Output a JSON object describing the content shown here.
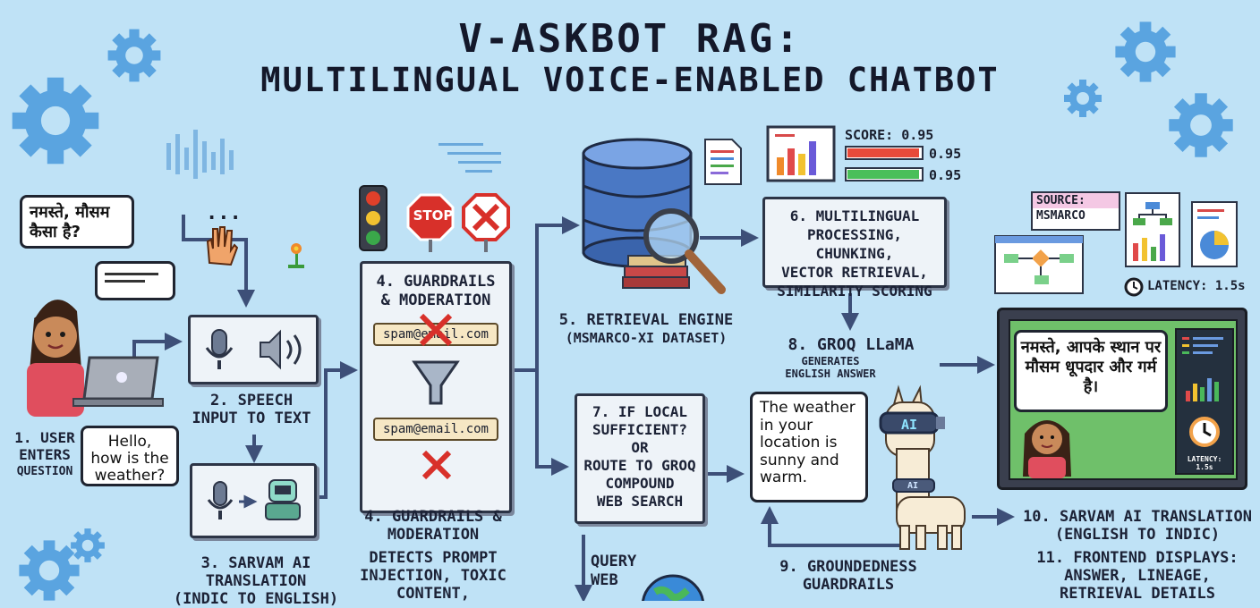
{
  "title": {
    "line1": "V-ASKBOT RAG:",
    "line2": "MULTILINGUAL VOICE-ENABLED CHATBOT"
  },
  "user": {
    "bubble_hindi": "नमस्ते, मौसम कैसा है?",
    "bubble_english": "Hello, how is the weather?",
    "typing": "...",
    "label_line1": "1. USER",
    "label_line2": "ENTERS",
    "label_line3": "QUESTION"
  },
  "speech": {
    "label_line1": "2. SPEECH",
    "label_line2": "INPUT TO TEXT"
  },
  "sarvam_in": {
    "label_line1": "3. SARVAM AI",
    "label_line2": "TRANSLATION",
    "label_line3": "(INDIC TO ENGLISH)"
  },
  "guardrails": {
    "stop_sign": "STOP",
    "box_title_line1": "4. GUARDRAILS",
    "box_title_line2": "& MODERATION",
    "email_blocked": "spam@email.com",
    "email_passed": "spam@email.com",
    "label_line1": "4. GUARDRAILS &",
    "label_line2": "MODERATION",
    "desc_line1": "DETECTS PROMPT",
    "desc_line2": "INJECTION, TOXIC",
    "desc_line3": "CONTENT,"
  },
  "retrieval": {
    "label_line1": "5. RETRIEVAL ENGINE",
    "label_line2": "(MSMARCO-XI DATASET)"
  },
  "scores": {
    "header": "SCORE: 0.95",
    "bar1": "0.95",
    "bar2": "0.95"
  },
  "processing": {
    "line1": "6. MULTILINGUAL",
    "line2": "PROCESSING, CHUNKING,",
    "line3": "VECTOR RETRIEVAL,",
    "line4": "SIMILARITY SCORING"
  },
  "source": {
    "label": "SOURCE:",
    "value": "MSMARCO",
    "latency": "LATENCY: 1.5s"
  },
  "route": {
    "line1": "7. IF LOCAL",
    "line2": "SUFFICIENT?",
    "line3": "OR",
    "line4": "ROUTE TO GROQ",
    "line5": "COMPOUND",
    "line6": "WEB SEARCH"
  },
  "query_web": {
    "line1": "QUERY",
    "line2": "WEB"
  },
  "groq": {
    "label": "8. GROQ LLaMA",
    "sub_line1": "GENERATES",
    "sub_line2": "ENGLISH ANSWER",
    "answer": "The weather in your location is sunny and warm.",
    "visor": "AI",
    "collar": "AI"
  },
  "groundedness": {
    "line1": "9. GROUNDEDNESS",
    "line2": "GUARDRAILS"
  },
  "frontend": {
    "bubble_hindi": "नमस्ते, आपके स्थान पर मौसम धूपदार और गर्म है।",
    "latency": "LATENCY: 1.5s"
  },
  "sarvam_out": {
    "line1": "10. SARVAM AI TRANSLATION",
    "line2": "(ENGLISH TO INDIC)"
  },
  "display": {
    "line1": "11. FRONTEND DISPLAYS:",
    "line2": "ANSWER, LINEAGE,",
    "line3": "RETRIEVAL DETAILS"
  },
  "colors": {
    "background": "#bfe2f6",
    "ink": "#1a1f2e",
    "arrow": "#3d4f78",
    "gear": "#5aa4e0",
    "red": "#d8302a"
  }
}
